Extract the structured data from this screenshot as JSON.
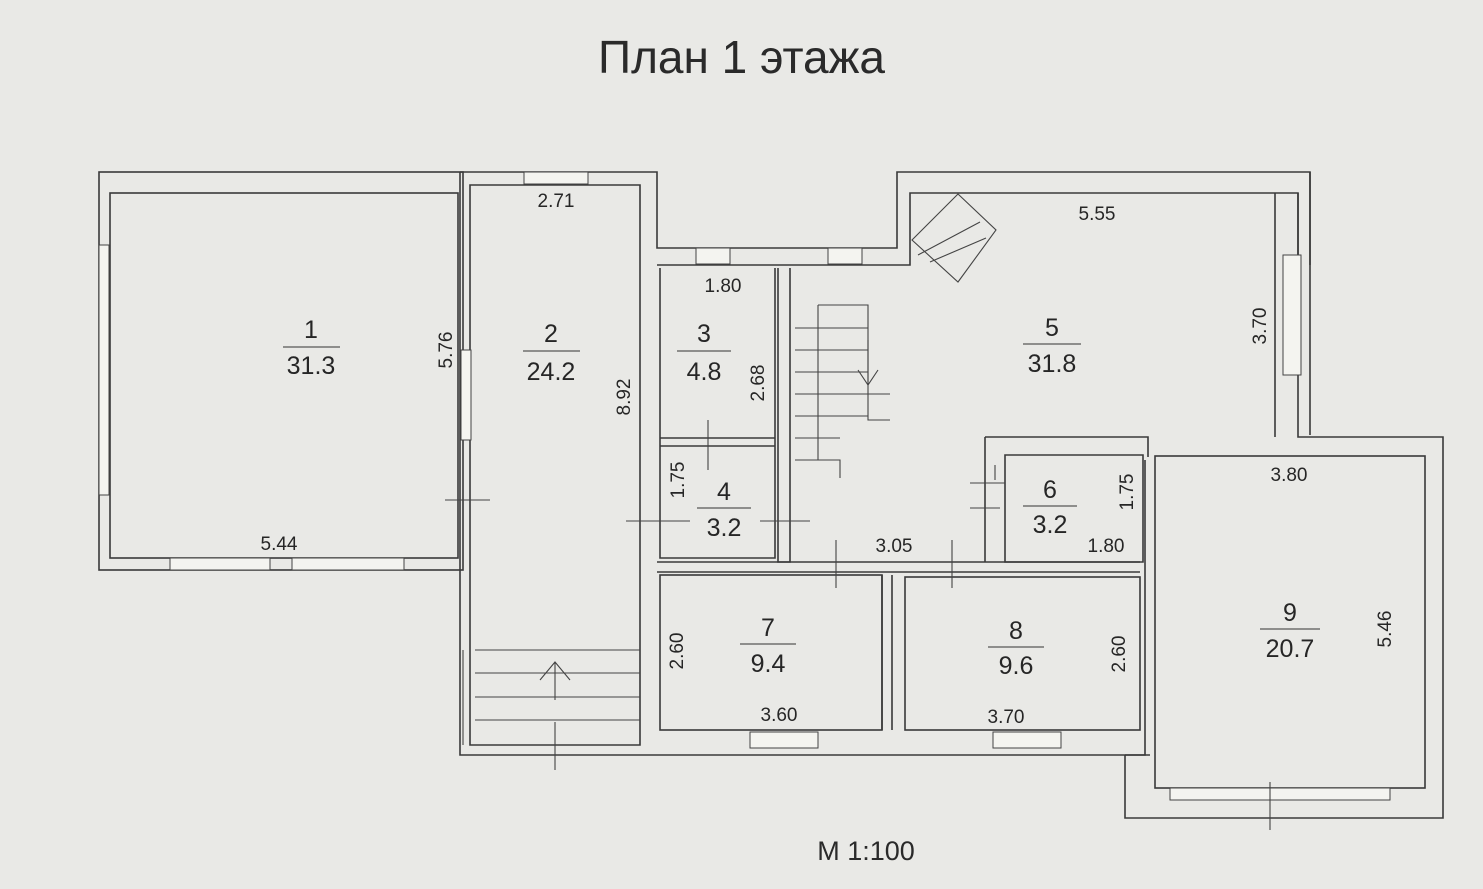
{
  "title": "План 1 этажа",
  "scale": "М 1:100",
  "rooms": [
    {
      "number": "1",
      "area": "31.3"
    },
    {
      "number": "2",
      "area": "24.2"
    },
    {
      "number": "3",
      "area": "4.8"
    },
    {
      "number": "4",
      "area": "3.2"
    },
    {
      "number": "5",
      "area": "31.8"
    },
    {
      "number": "6",
      "area": "3.2"
    },
    {
      "number": "7",
      "area": "9.4"
    },
    {
      "number": "8",
      "area": "9.6"
    },
    {
      "number": "9",
      "area": "20.7"
    }
  ],
  "dimensions": {
    "room1_width": "5.44",
    "room1_height": "5.76",
    "room2_width": "2.71",
    "room2_height": "8.92",
    "room3_width": "1.80",
    "room3_height": "2.68",
    "room4_height": "1.75",
    "room5_width": "5.55",
    "room5_height": "3.70",
    "hall_width": "3.05",
    "room6_width": "1.80",
    "room6_height": "1.75",
    "room7_width": "3.60",
    "room7_height": "2.60",
    "room8_width": "3.70",
    "room8_height": "2.60",
    "room9_width": "3.80",
    "room9_height": "5.46"
  }
}
